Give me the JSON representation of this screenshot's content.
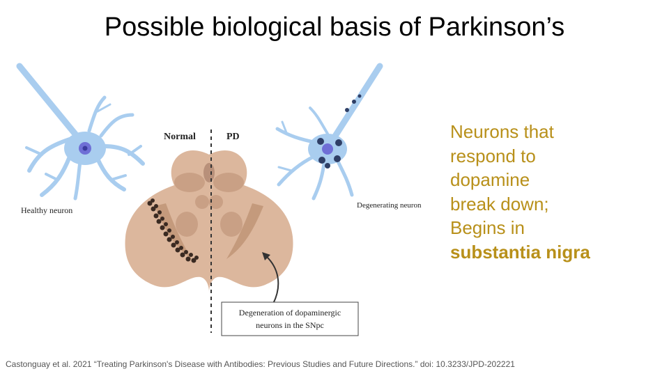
{
  "slide": {
    "title": "Possible biological basis of Parkinson’s"
  },
  "figure": {
    "label_normal": "Normal",
    "label_pd": "PD",
    "label_healthy": "Healthy neuron",
    "label_degenerating": "Degenerating neuron",
    "callout_line1": "Degeneration of dopaminergic",
    "callout_line2": "neurons in the SNpc",
    "colors": {
      "neuron": "#a9cdef",
      "nucleus": "#6f6fd6",
      "brain": "#dcb79d",
      "brain_dark": "#c49a7c",
      "neuromelanin": "#3a2a22"
    }
  },
  "side_text": {
    "line1": "Neurons that",
    "line2": "respond to",
    "line3": "dopamine",
    "line4": "break down;",
    "line5": "Begins in",
    "line6_bold": "substantia nigra",
    "color": "#b8901a"
  },
  "citation": {
    "text": "Castonguay et al. 2021 “Treating Parkinson's Disease with Antibodies: Previous Studies and Future Directions.” doi: 10.3233/JPD-202221"
  }
}
